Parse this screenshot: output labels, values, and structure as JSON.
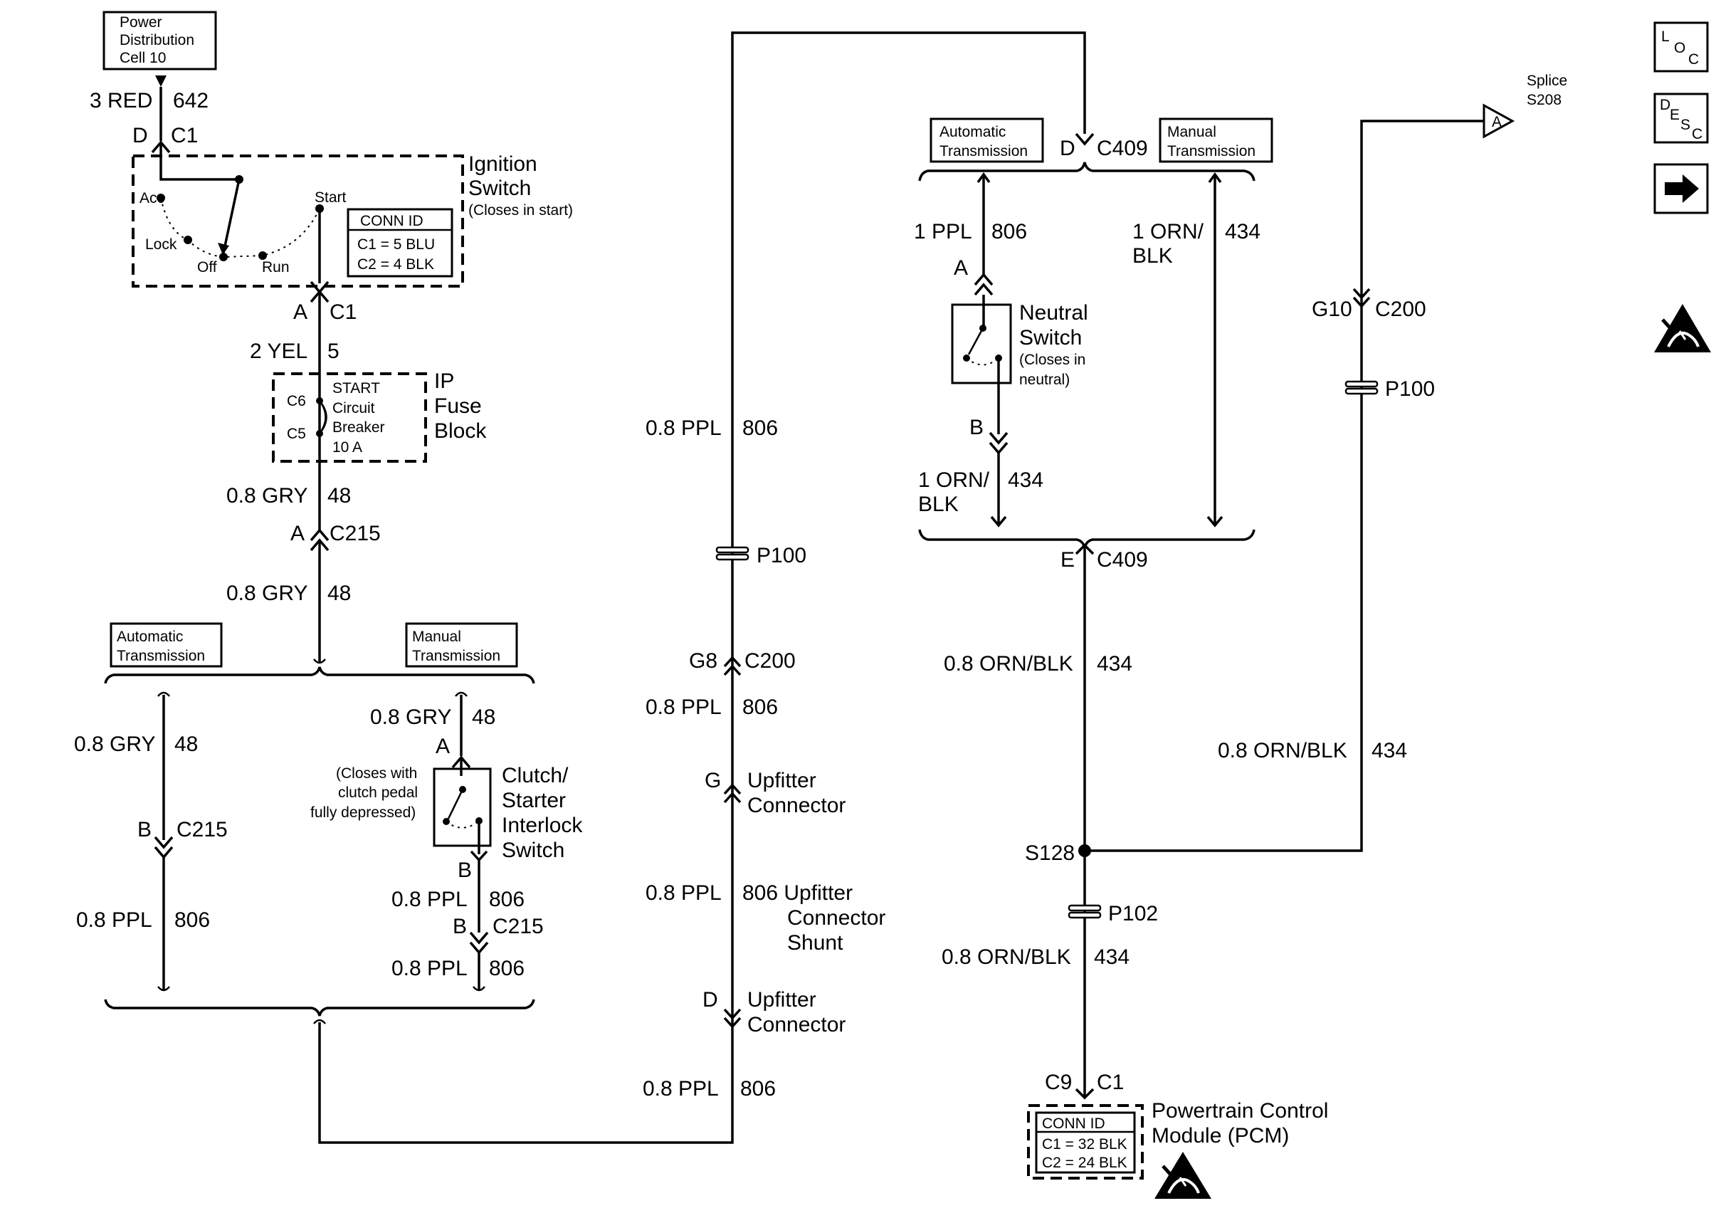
{
  "labels": {
    "power_dist": [
      "Power",
      "Distribution",
      "Cell 10"
    ],
    "red_wire": "3 RED",
    "red_circuit": "642",
    "d": "D",
    "c1": "C1",
    "a": "A",
    "b": "B",
    "e": "E",
    "g": "G",
    "ignition_switch": [
      "Ignition",
      "Switch"
    ],
    "ignition_note": "(Closes in start)",
    "acc": "Acc",
    "lock": "Lock",
    "off": "Off",
    "run": "Run",
    "start": "Start",
    "conn_id": "CONN ID",
    "ign_c1": "C1 = 5 BLU",
    "ign_c2": "C2 = 4 BLK",
    "yel_wire": "2 YEL",
    "yel_circuit": "5",
    "c6": "C6",
    "c5": "C5",
    "breaker": [
      "START",
      "Circuit",
      "Breaker",
      "10 A"
    ],
    "ip_fuse": [
      "IP",
      "Fuse",
      "Block"
    ],
    "gry_wire": "0.8 GRY",
    "gry_circuit": "48",
    "c215": "C215",
    "auto_trans": [
      "Automatic",
      "Transmission"
    ],
    "manual_trans": [
      "Manual",
      "Transmission"
    ],
    "clutch_note": [
      "(Closes with",
      "clutch pedal",
      "fully depressed)"
    ],
    "clutch_switch": [
      "Clutch/",
      "Starter",
      "Interlock",
      "Switch"
    ],
    "ppl_wire": "0.8 PPL",
    "ppl_circuit": "806",
    "p100": "P100",
    "g8": "G8",
    "c200": "C200",
    "upfitter_connector": [
      "Upfitter",
      "Connector"
    ],
    "shunt_circuit": "806 Upfitter",
    "shunt_rest": [
      "Connector",
      "Shunt"
    ],
    "c409": "C409",
    "ppl1_wire": "1 PPL",
    "orn1_wire": [
      "1 ORN/",
      "BLK"
    ],
    "orn_circuit": "434",
    "neutral_switch": [
      "Neutral",
      "Switch"
    ],
    "neutral_note": [
      "(Closes in",
      "neutral)"
    ],
    "orn_wire": "0.8 ORN/BLK",
    "s128": "S128",
    "p102": "P102",
    "c9": "C9",
    "pcm": [
      "Powertrain Control",
      "Module (PCM)"
    ],
    "pcm_c1": "C1 = 32 BLK",
    "pcm_c2": "C2 = 24 BLK",
    "g10": "G10",
    "splice_a": "A",
    "splice": [
      "Splice",
      "S208"
    ]
  },
  "nav": {
    "loc": [
      "L",
      "O",
      "C"
    ],
    "desc": [
      "D",
      "E",
      "S",
      "C"
    ],
    "next_icon": "right-arrow-icon"
  },
  "icons": {
    "esd": "esd-sensitive-icon"
  }
}
